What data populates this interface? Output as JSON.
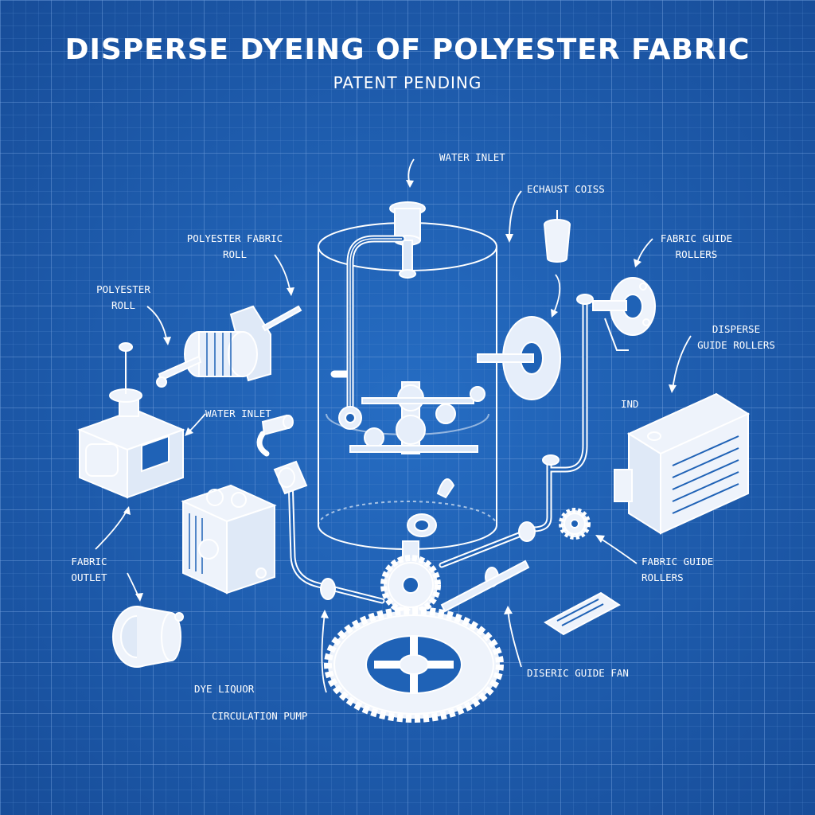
{
  "title": "DISPERSE DYEING OF POLYESTER FABRIC",
  "subtitle": "PATENT PENDING",
  "colors": {
    "background": "#1f62b6",
    "grid": "#5b8fd3",
    "line": "#ffffff",
    "part_fill": "#f2f6fc"
  },
  "labels": {
    "water_inlet_top": "WATER INLET",
    "exhaust_coils": "ECHAUST COISS",
    "polyester_fabric_roll_l1": "POLYESTER FABRIC",
    "polyester_fabric_roll_l2": "ROLL",
    "polyester_roll_l1": "POLYESTER",
    "polyester_roll_l2": "ROLL",
    "fabric_guide_rollers_top_l1": "FABRIC GUIDE",
    "fabric_guide_rollers_top_l2": "ROLLERS",
    "disperse_guide_rollers_l1": "DISPERSE",
    "disperse_guide_rollers_l2": "GUIDE ROLLERS",
    "ind": "IND",
    "water_inlet_mid": "WATER INLET",
    "fabric_outlet_l1": "FABRIC",
    "fabric_outlet_l2": "OUTLET",
    "fabric_guide_rollers_bottom_l1": "FABRIC GUIDE",
    "fabric_guide_rollers_bottom_l2": "ROLLERS",
    "disperse_guide_fan": "DISERIC GUIDE FAN",
    "dye_liquor": "DYE LIQUOR",
    "circulation_pump": "CIRCULATION PUMP"
  }
}
